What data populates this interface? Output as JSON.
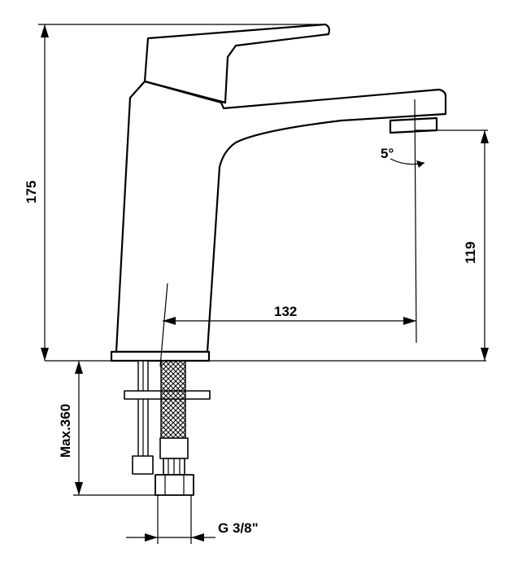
{
  "drawing": {
    "dim_height_total": "175",
    "dim_spout_height": "119",
    "dim_projection": "132",
    "dim_angle": "5°",
    "dim_hose_length": "Max.360",
    "dim_thread": "G 3/8\""
  }
}
